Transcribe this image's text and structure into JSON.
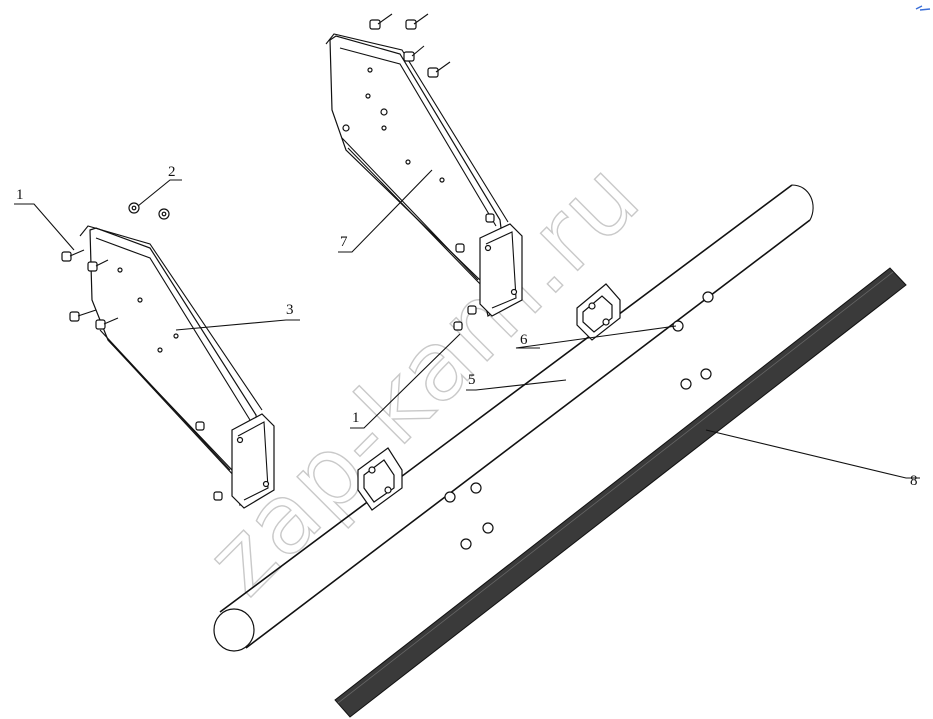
{
  "callouts": [
    {
      "id": "c1a",
      "label": "1"
    },
    {
      "id": "c2",
      "label": "2"
    },
    {
      "id": "c3",
      "label": "3"
    },
    {
      "id": "c7",
      "label": "7"
    },
    {
      "id": "c6",
      "label": "6"
    },
    {
      "id": "c5",
      "label": "5"
    },
    {
      "id": "c1b",
      "label": "1"
    },
    {
      "id": "c8",
      "label": "8"
    }
  ],
  "watermark": "zap-kam.ru",
  "colors": {
    "line": "#111111",
    "beam": "#3a3a3a",
    "watermark": "#c9c9c9",
    "corner_mark": "#3b6fd8"
  }
}
